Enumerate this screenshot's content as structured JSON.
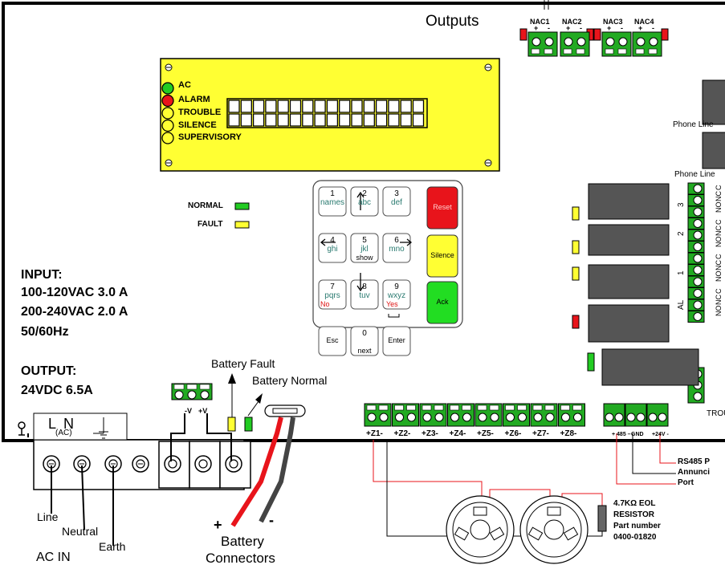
{
  "panel": {
    "outputs_label": "Outputs",
    "nac_labels": [
      "NAC1",
      "NAC2",
      "NAC3",
      "NAC4"
    ],
    "polarity_plus": "+",
    "polarity_minus": "-"
  },
  "display": {
    "indicators": [
      {
        "label": "AC",
        "color": "#22cc22"
      },
      {
        "label": "ALARM",
        "color": "#e8141b"
      },
      {
        "label": "TROUBLE",
        "color": "#ffff33"
      },
      {
        "label": "SILENCE",
        "color": "#ffff33"
      },
      {
        "label": "SUPERVISORY",
        "color": "#ffff33"
      }
    ],
    "background_color": "#ffff33"
  },
  "status_leds": [
    {
      "label": "NORMAL",
      "color": "#22cc22"
    },
    {
      "label": "FAULT",
      "color": "#ffff33"
    }
  ],
  "keypad": {
    "keys": [
      {
        "number": "1",
        "letters": "names"
      },
      {
        "number": "2",
        "letters": "abc"
      },
      {
        "number": "3",
        "letters": "def"
      },
      {
        "number": "4",
        "letters": "ghi"
      },
      {
        "number": "5",
        "letters": "jkl",
        "extra": "show"
      },
      {
        "number": "6",
        "letters": "mno"
      },
      {
        "number": "7",
        "letters": "pqrs",
        "extra": "No"
      },
      {
        "number": "8",
        "letters": "tuv"
      },
      {
        "number": "9",
        "letters": "wxyz",
        "extra": "Yes"
      },
      {
        "label": "Esc"
      },
      {
        "number": "0",
        "extra": "next"
      },
      {
        "label": "Enter"
      }
    ],
    "reset_label": "Reset",
    "silence_label": "Silence",
    "ack_label": "Ack",
    "reset_color": "#e8141b",
    "silence_color": "#ffff33",
    "ack_color": "#22dd22"
  },
  "ratings": {
    "input_title": "INPUT:",
    "input_line1": "100-120VAC 3.0 A",
    "input_line2": "200-240VAC 2.0 A",
    "input_line3": "50/60Hz",
    "output_title": "OUTPUT:",
    "output_line1": "24VDC 6.5A"
  },
  "battery": {
    "fault_label": "Battery Fault",
    "normal_label": "Battery Normal",
    "connectors_line1": "Battery",
    "connectors_line2": "Connectors",
    "plus": "+",
    "minus": "-",
    "terminal_labels": [
      "-V",
      "+V"
    ]
  },
  "ac_in": {
    "terminal_l": "L",
    "terminal_n": "N",
    "terminal_ac": "(AC)",
    "line_label": "Line",
    "neutral_label": "Neutral",
    "earth_label": "Earth",
    "title": "AC IN"
  },
  "zones": {
    "labels": [
      "+Z1-",
      "+Z2-",
      "+Z3-",
      "+Z4-",
      "+Z5-",
      "+Z6-",
      "+Z7-",
      "+Z8-"
    ]
  },
  "rs485": {
    "terminal_labels": [
      "+ 485 –",
      "GND",
      "+24V -"
    ],
    "label_line1": "RS485 P",
    "label_line2": "Annunci",
    "label_line3": "Port"
  },
  "relays": {
    "phone_line_1": "Phone Line",
    "phone_line_2": "Phone Line",
    "relay_numbers": [
      "3",
      "2",
      "1",
      "AL"
    ],
    "contact_labels": [
      "NO",
      "NC",
      "C"
    ],
    "trouble_label": "TROUBL"
  },
  "eol": {
    "line1": "4.7KΩ EOL",
    "line2": "RESISTOR",
    "line3": "Part number",
    "line4": "0400-01820"
  }
}
